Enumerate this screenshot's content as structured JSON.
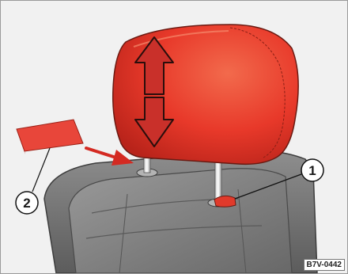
{
  "figure": {
    "reference_code": "B7V-0442",
    "callouts": [
      {
        "id": "callout-1",
        "label": "1"
      },
      {
        "id": "callout-2",
        "label": "2"
      }
    ],
    "colors": {
      "background": "#f1f1f1",
      "headrest_red": "#e8392a",
      "headrest_dark": "#b8231a",
      "arrow_fill": "#c9302a",
      "arrow_outline": "#2a0e0c",
      "seat_gray": "#7b7b7b",
      "release_button": "#e03a2b"
    },
    "icons": {
      "up_arrow": "arrow-up-icon",
      "down_arrow": "arrow-down-icon",
      "insert_arrow": "arrow-right-icon"
    }
  }
}
